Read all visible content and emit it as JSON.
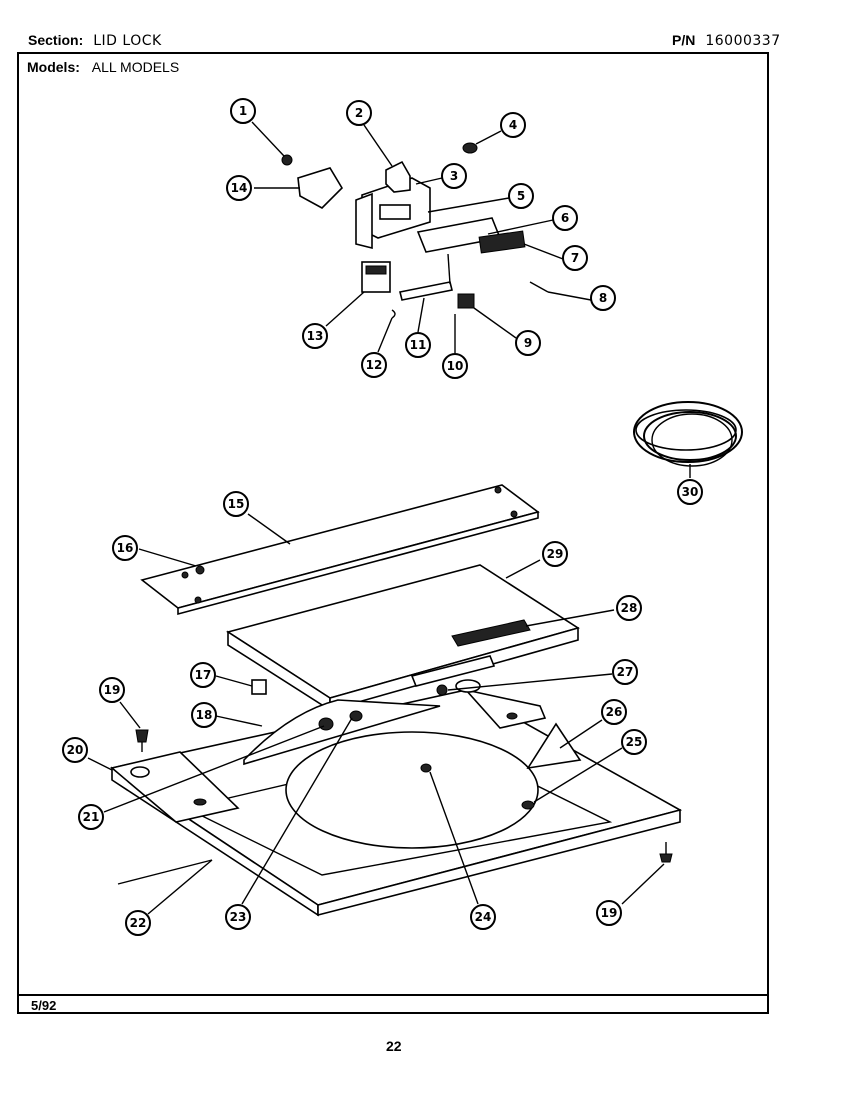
{
  "header": {
    "section_label": "Section:",
    "section_value": "LID LOCK",
    "pn_label": "P/N",
    "pn_value": "16000337",
    "models_label": "Models:",
    "models_value": "ALL MODELS"
  },
  "footer": {
    "date": "5/92",
    "page_number": "22"
  },
  "callouts": [
    {
      "id": "c1",
      "label": "1"
    },
    {
      "id": "c2",
      "label": "2"
    },
    {
      "id": "c3",
      "label": "3"
    },
    {
      "id": "c4",
      "label": "4"
    },
    {
      "id": "c5",
      "label": "5"
    },
    {
      "id": "c6",
      "label": "6"
    },
    {
      "id": "c7",
      "label": "7"
    },
    {
      "id": "c8",
      "label": "8"
    },
    {
      "id": "c9",
      "label": "9"
    },
    {
      "id": "c10",
      "label": "10"
    },
    {
      "id": "c11",
      "label": "11"
    },
    {
      "id": "c12",
      "label": "12"
    },
    {
      "id": "c13",
      "label": "13"
    },
    {
      "id": "c14",
      "label": "14"
    },
    {
      "id": "c15",
      "label": "15"
    },
    {
      "id": "c16",
      "label": "16"
    },
    {
      "id": "c17",
      "label": "17"
    },
    {
      "id": "c18",
      "label": "18"
    },
    {
      "id": "c19a",
      "label": "19"
    },
    {
      "id": "c19b",
      "label": "19"
    },
    {
      "id": "c20",
      "label": "20"
    },
    {
      "id": "c21",
      "label": "21"
    },
    {
      "id": "c22",
      "label": "22"
    },
    {
      "id": "c23",
      "label": "23"
    },
    {
      "id": "c24",
      "label": "24"
    },
    {
      "id": "c25",
      "label": "25"
    },
    {
      "id": "c26",
      "label": "26"
    },
    {
      "id": "c27",
      "label": "27"
    },
    {
      "id": "c28",
      "label": "28"
    },
    {
      "id": "c29",
      "label": "29"
    },
    {
      "id": "c30",
      "label": "30"
    }
  ]
}
